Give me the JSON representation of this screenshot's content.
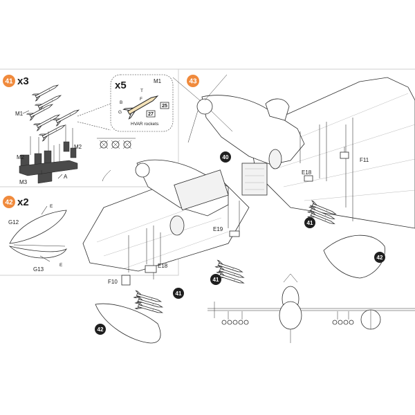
{
  "steps": {
    "s41": {
      "number": "41",
      "multiplier": "x3",
      "labels": {
        "m1": "M1",
        "m2_left": "M2",
        "m2_right": "M2",
        "m3": "M3",
        "a": "A"
      },
      "detail": {
        "multiplier": "x5",
        "m1": "M1",
        "t": "T",
        "f": "F",
        "b": "B",
        "g": "G",
        "part25": "25",
        "part27": "27",
        "caption": "HVAR rockets"
      }
    },
    "s42": {
      "number": "42",
      "multiplier": "x2",
      "labels": {
        "g12": "G12",
        "g13": "G13",
        "e_top": "E",
        "e_bottom": "E"
      }
    },
    "s43": {
      "number": "43",
      "labels": {
        "f11": "F11",
        "e18_upper": "E18",
        "e19": "E19",
        "e18_lower": "E18",
        "f10": "F10"
      },
      "refs": {
        "r40": "40",
        "r41_right": "41",
        "r42_right": "42",
        "r41_left": "41",
        "r41_lower": "41",
        "r42_lower": "42"
      }
    }
  },
  "colors": {
    "step_badge": "#f08a3c",
    "ref_badge": "#1f1f1f",
    "line": "#2a2a2a",
    "panel_border": "#cfcfcf"
  },
  "icons": {
    "drop_tank": "drop-tank-icon",
    "rocket": "hvar-rocket-icon",
    "rail": "rocket-rail-icon",
    "aircraft": "p51-mustang-icon"
  }
}
